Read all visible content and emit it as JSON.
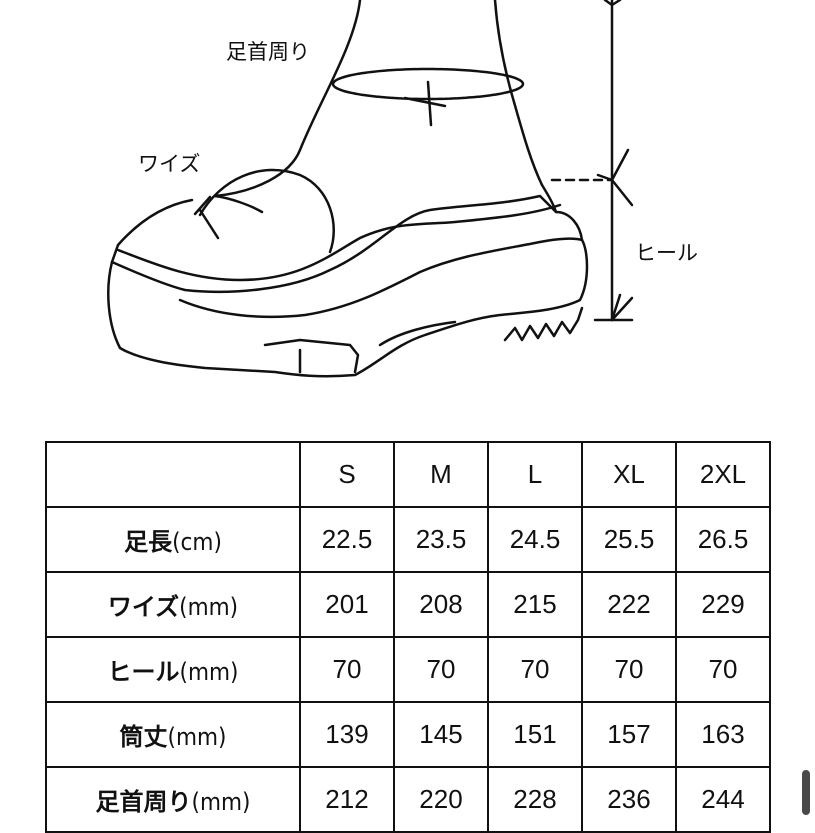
{
  "labels": {
    "ankle": "足首周り",
    "width": "ワイズ",
    "heel": "ヒール"
  },
  "table": {
    "columns": [
      "S",
      "M",
      "L",
      "XL",
      "2XL"
    ],
    "rows": [
      {
        "label": "足長",
        "unit": "(cm)",
        "values": [
          "22.5",
          "23.5",
          "24.5",
          "25.5",
          "26.5"
        ]
      },
      {
        "label": "ワイズ",
        "unit": "(mm)",
        "values": [
          "201",
          "208",
          "215",
          "222",
          "229"
        ]
      },
      {
        "label": "ヒール",
        "unit": "(mm)",
        "values": [
          "70",
          "70",
          "70",
          "70",
          "70"
        ]
      },
      {
        "label": "筒丈",
        "unit": "(mm)",
        "values": [
          "139",
          "145",
          "151",
          "157",
          "163"
        ]
      },
      {
        "label": "足首周り",
        "unit": "(mm)",
        "values": [
          "212",
          "220",
          "228",
          "236",
          "244"
        ]
      }
    ]
  }
}
